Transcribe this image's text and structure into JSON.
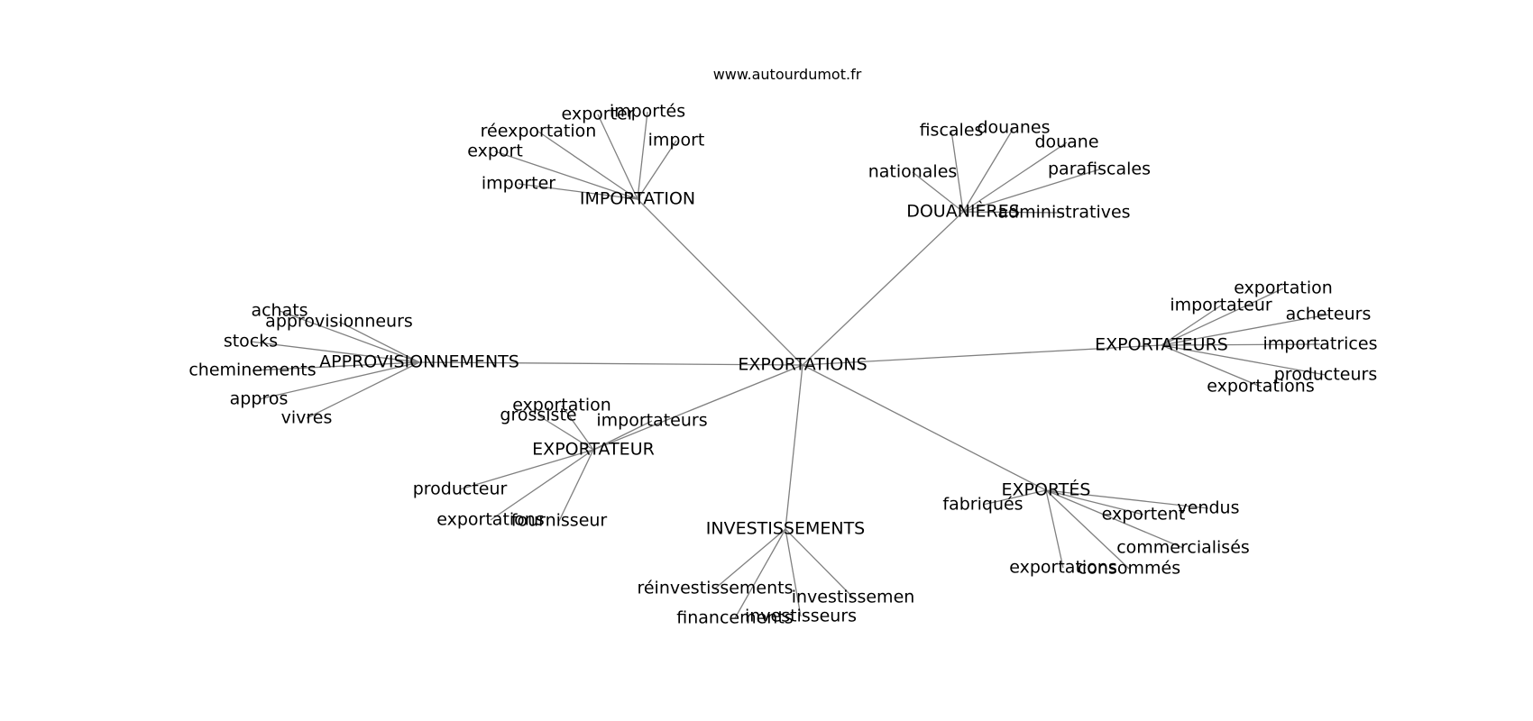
{
  "source": "www.autourdumot.fr",
  "colors": {
    "edge": "#808080",
    "text": "#000000",
    "background": "#ffffff"
  },
  "graph": {
    "center": "EXPORTATIONS",
    "hubs": [
      {
        "label": "IMPORTATION",
        "leaves": [
          "exporter",
          "importés",
          "réexportation",
          "import",
          "export",
          "importer"
        ]
      },
      {
        "label": "DOUANIÈRES",
        "leaves": [
          "fiscales",
          "douanes",
          "douane",
          "nationales",
          "parafiscales",
          "administratives"
        ]
      },
      {
        "label": "EXPORTATEURS",
        "leaves": [
          "exportation",
          "importateur",
          "acheteurs",
          "importatrices",
          "producteurs",
          "exportations"
        ]
      },
      {
        "label": "APPROVISIONNEMENTS",
        "leaves": [
          "achats",
          "approvisionneurs",
          "stocks",
          "cheminements",
          "appros",
          "vivres"
        ]
      },
      {
        "label": "EXPORTATEUR",
        "leaves": [
          "exportation",
          "grossiste",
          "importateurs",
          "producteur",
          "exportations",
          "fournisseur"
        ]
      },
      {
        "label": "INVESTISSEMENTS",
        "leaves": [
          "réinvestissements",
          "investissemen",
          "financements",
          "investisseurs"
        ]
      },
      {
        "label": "EXPORTÉS",
        "leaves": [
          "fabriqués",
          "vendus",
          "exportent",
          "commercialisés",
          "exportations",
          "consommés"
        ]
      }
    ]
  }
}
